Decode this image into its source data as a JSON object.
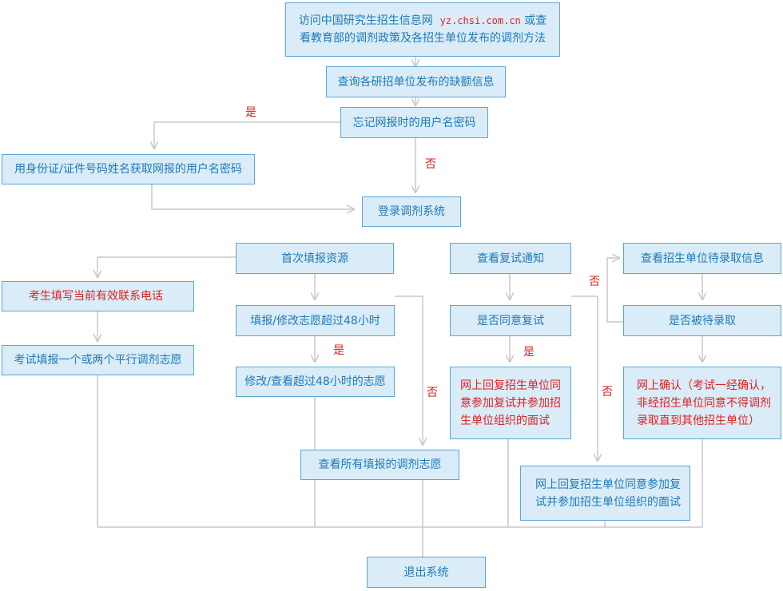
{
  "nodes": {
    "visit_site": {
      "pre": "访问中国研究生招生信息网",
      "url": "yz.chsi.com.cn",
      "post1": "或查",
      "line2": "看教育部的调剂政策及各招生单位发布的调剂方法"
    },
    "query_vacancy": "查询各研招单位发布的缺额信息",
    "forgot_password": "忘记网报时的用户名密码",
    "recover_account": "用身份证/证件号码姓名获取网报的用户名密码",
    "login": "登录调剂系统",
    "first_fill": "首次填报资源",
    "fill_phone": "考生填写当前有效联系电话",
    "fill_choices": "考试填报一个或两个平行调剂志愿",
    "modify_over48": "填报/修改志愿超过48小时",
    "modify_view48": "修改/查看超过48小时的志愿",
    "view_all": "查看所有填报的调剂志愿",
    "view_notice": "查看复试通知",
    "agree_retest": "是否同意复试",
    "reply_agree_a": "网上回复招生单位同意参加复试并参加招生单位组织的面试",
    "reply_agree_b": "网上回复招生单位同意参加复试并参加招生单位组织的面试",
    "view_pending": "查看招生单位待录取信息",
    "is_pending": "是否被待录取",
    "confirm_online": "网上确认（考试一经确认，非经招生单位同意不得调剂录取直到其他招生单位）",
    "exit": "退出系统"
  },
  "labels": {
    "yes": "是",
    "no": "否"
  },
  "colors": {
    "box_fill": "#d9ecf8",
    "box_border": "#5aa7d6",
    "text_blue": "#1f7ab8",
    "text_red": "#e02020",
    "line": "#c8c8c8"
  }
}
